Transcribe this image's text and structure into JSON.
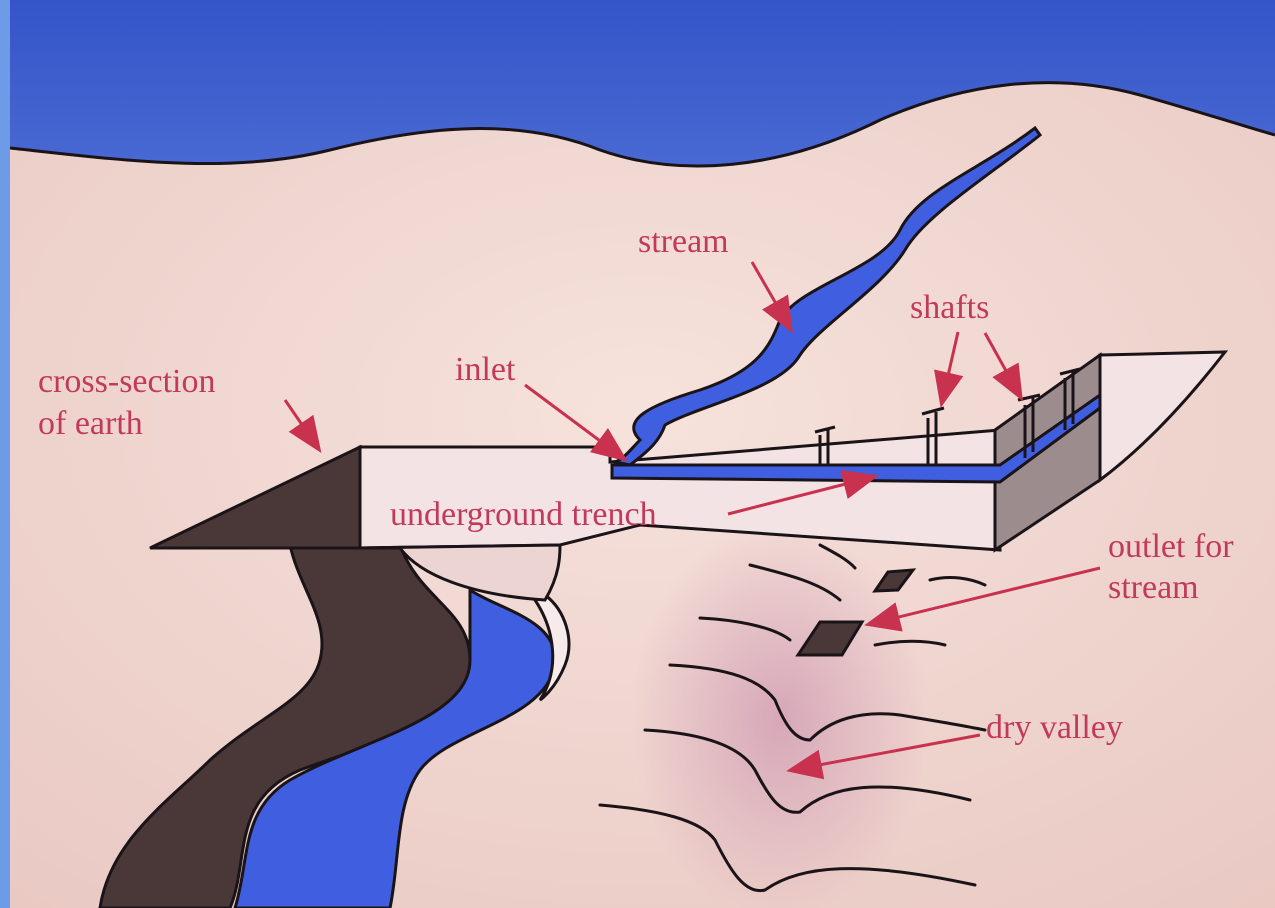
{
  "labels": {
    "stream": "stream",
    "shafts": "shafts",
    "inlet": "inlet",
    "cross_section_line1": "cross-section",
    "cross_section_line2": "of earth",
    "underground_trench": "underground trench",
    "outlet_line1": "outlet for",
    "outlet_line2": "stream",
    "dry_valley": "dry valley"
  },
  "colors": {
    "sky": "#3d5fd0",
    "land": "#f0d6d0",
    "water": "#3f5fe0",
    "rock_dark": "#4a3838",
    "label": "#c23a5a",
    "valley_shade": "#d9a7b8"
  }
}
